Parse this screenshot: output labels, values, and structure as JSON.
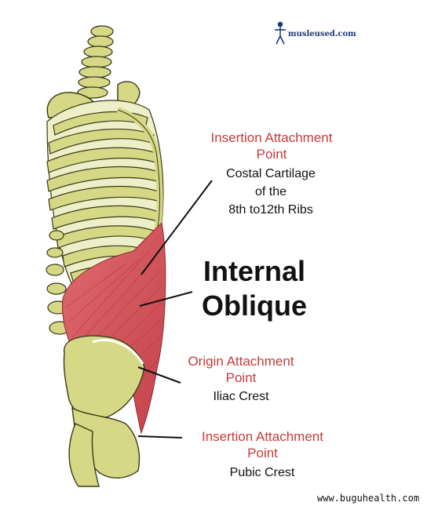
{
  "brand": {
    "text": "musleused.com",
    "icon": "stick-figure-icon",
    "color": "#1f3b7a"
  },
  "labels": {
    "insertion_top_title_1": "Insertion Attachment",
    "insertion_top_title_2": "Point",
    "insertion_top_desc_1": "Costal Cartilage",
    "insertion_top_desc_2": "of the",
    "insertion_top_desc_3": "8th to12th Ribs",
    "muscle_name_1": "Internal",
    "muscle_name_2": "Oblique",
    "origin_title_1": "Origin Attachment",
    "origin_title_2": "Point",
    "origin_desc": "Iliac Crest",
    "insertion_bottom_title_1": "Insertion Attachment",
    "insertion_bottom_title_2": "Point",
    "insertion_bottom_desc": "Pubic Crest"
  },
  "watermark": "www.buguhealth.com",
  "colors": {
    "bone": "#d6d886",
    "bone_outline": "#3a3a18",
    "muscle": "#d8555a",
    "label_red": "#c83a3a",
    "text": "#111111"
  }
}
